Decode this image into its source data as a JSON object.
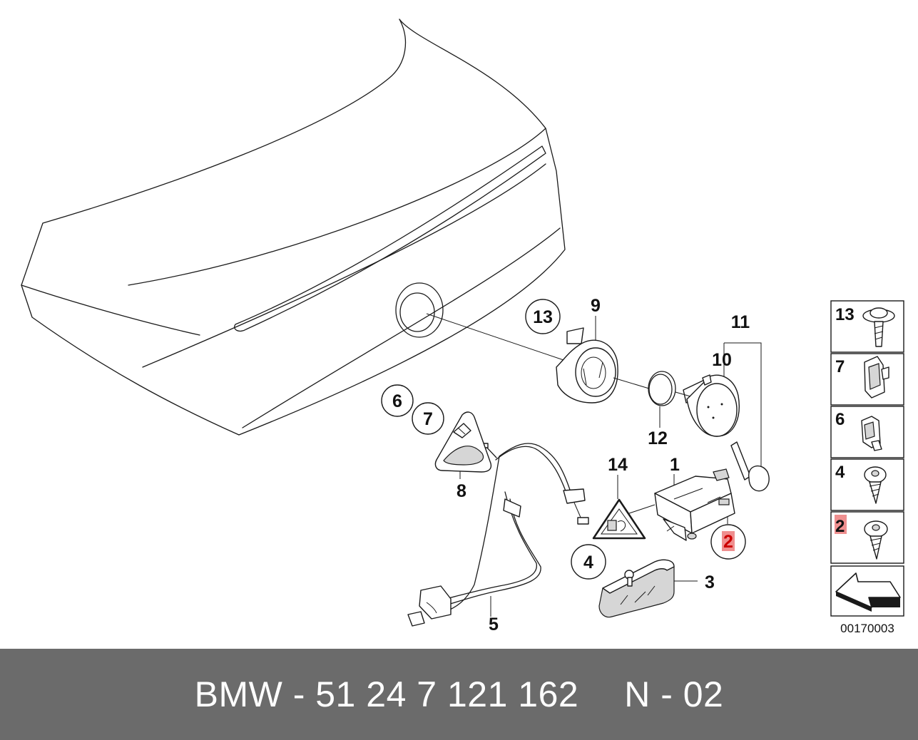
{
  "diagram": {
    "callouts": [
      {
        "id": "c1",
        "text": "1"
      },
      {
        "id": "c2",
        "text": "2",
        "highlight": true
      },
      {
        "id": "c3",
        "text": "3"
      },
      {
        "id": "c4",
        "text": "4"
      },
      {
        "id": "c5",
        "text": "5"
      },
      {
        "id": "c6",
        "text": "6"
      },
      {
        "id": "c7",
        "text": "7"
      },
      {
        "id": "c8",
        "text": "8"
      },
      {
        "id": "c9",
        "text": "9"
      },
      {
        "id": "c10",
        "text": "10"
      },
      {
        "id": "c11",
        "text": "11"
      },
      {
        "id": "c12",
        "text": "12"
      },
      {
        "id": "c13",
        "text": "13"
      },
      {
        "id": "c14",
        "text": "14"
      }
    ],
    "legend": [
      {
        "text": "13"
      },
      {
        "text": "7"
      },
      {
        "text": "6"
      },
      {
        "text": "4"
      },
      {
        "text": "2",
        "highlight": true
      }
    ],
    "reference_code": "00170003",
    "highlight_color": "#cc0000"
  },
  "footer": {
    "part_text": "BMW - 51 24 7 121 162",
    "position_text": "N - 02",
    "background_color": "#6b6b6b"
  }
}
